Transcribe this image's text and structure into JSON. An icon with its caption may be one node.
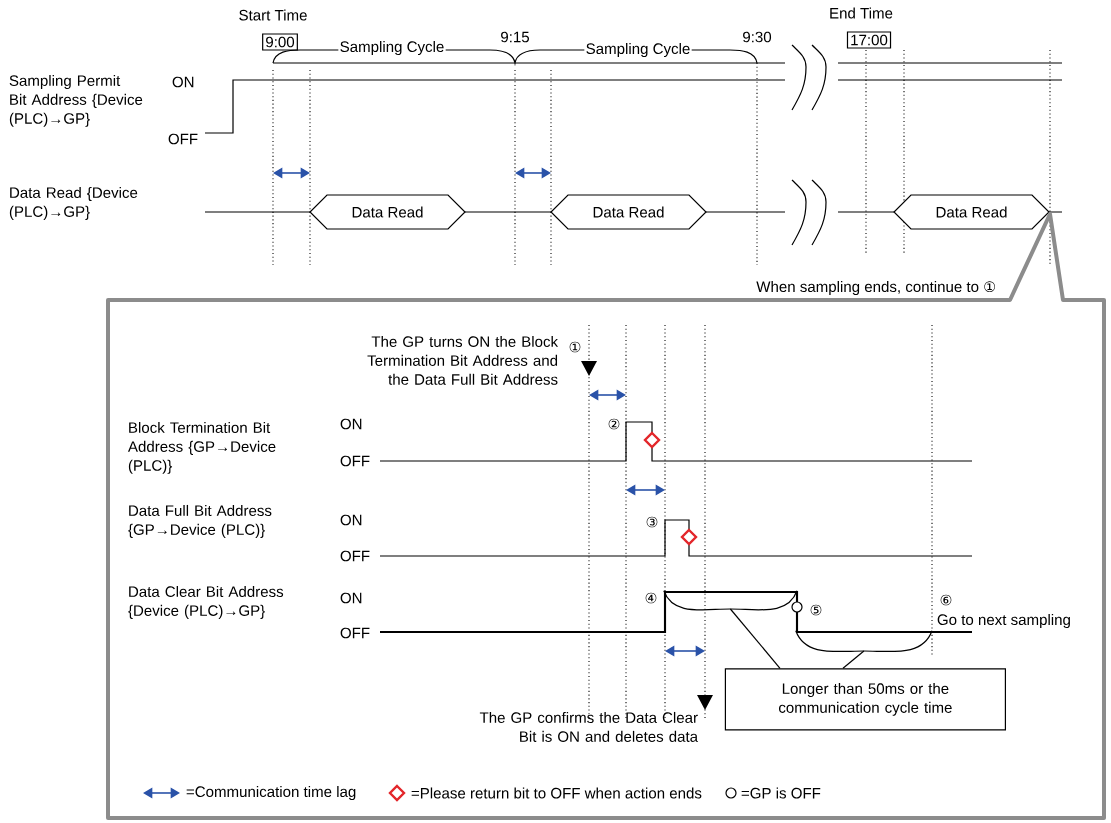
{
  "diagram": {
    "nodes": [
      {
        "text": [
          "9:00"
        ]
      },
      {
        "text": [
          "17:00"
        ]
      },
      {
        "text": [
          "Data Read"
        ]
      },
      {
        "text": [
          "Data Read"
        ]
      },
      {
        "text": [
          "Data Read"
        ]
      },
      {
        "text": [],
        "shape": "box",
        "beside": [
          "When sampling ends, continue to ①"
        ]
      },
      {
        "text": [],
        "shape": "arc",
        "in": 5
      },
      {
        "text": [],
        "shape": "arc",
        "in": 5
      },
      {
        "text": [
          "Longer than 50ms or the communication cycle time"
        ],
        "in": 5
      }
    ],
    "edges": [
      {
        "from": 6,
        "to": 8,
        "arrow": "none"
      },
      {
        "from": 7,
        "to": 8,
        "arrow": "none"
      }
    ],
    "labels": [
      "Start Time",
      "End Time",
      "Sampling Cycle",
      "9:15",
      "Sampling Cycle",
      "9:30",
      "Sampling Permit Bit Address {Device (PLC)→GP}",
      "ON",
      "OFF",
      "Data Read {Device (PLC)→GP}",
      "①",
      "The GP turns ON the Block Termination Bit Address and the Data Full Bit Address",
      "Block Termination Bit Address {GP→Device (PLC)}",
      "ON",
      "OFF",
      "②",
      "Data Full Bit Address {GP→Device (PLC)}",
      "ON",
      "OFF",
      "③",
      "Data Clear Bit Address {Device (PLC)→GP}",
      "ON",
      "OFF",
      "④",
      "⑤",
      "⑥",
      "Go to next sampling",
      "The GP confirms the Data Clear Bit is ON and deletes data"
    ],
    "legend": [
      {
        "text": "=Communication time lag"
      },
      {
        "text": "=Please return bit to OFF when action ends"
      },
      {
        "text": "=GP is OFF"
      }
    ]
  }
}
